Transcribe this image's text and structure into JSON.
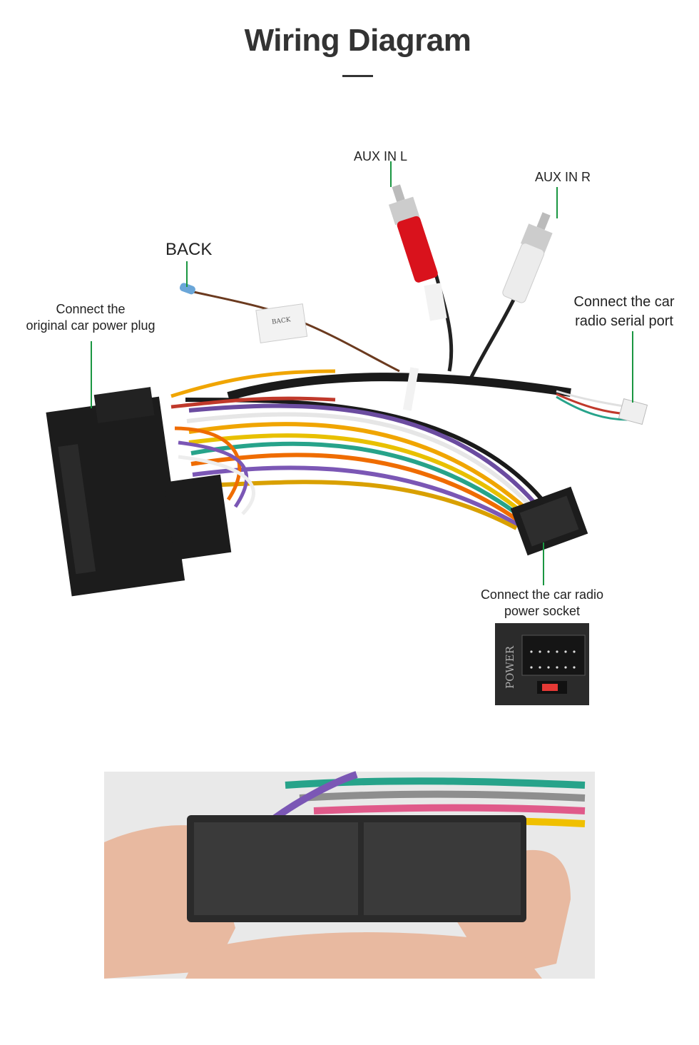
{
  "title": "Wiring Diagram",
  "labels": {
    "aux_in_l": "AUX IN L",
    "aux_in_r": "AUX IN R",
    "back": "BACK",
    "car_power_plug_line1": "Connect the",
    "car_power_plug_line2": "original car power plug",
    "serial_port_line1": "Connect the car",
    "serial_port_line2": "radio  serial port",
    "power_socket_line1": "Connect the car radio",
    "power_socket_line2": "power socket"
  },
  "photo_text": {
    "back_tag": "BACK",
    "inset_power": "POWER"
  },
  "colors": {
    "leader_line": "#1a9641",
    "title_text": "#333333"
  }
}
